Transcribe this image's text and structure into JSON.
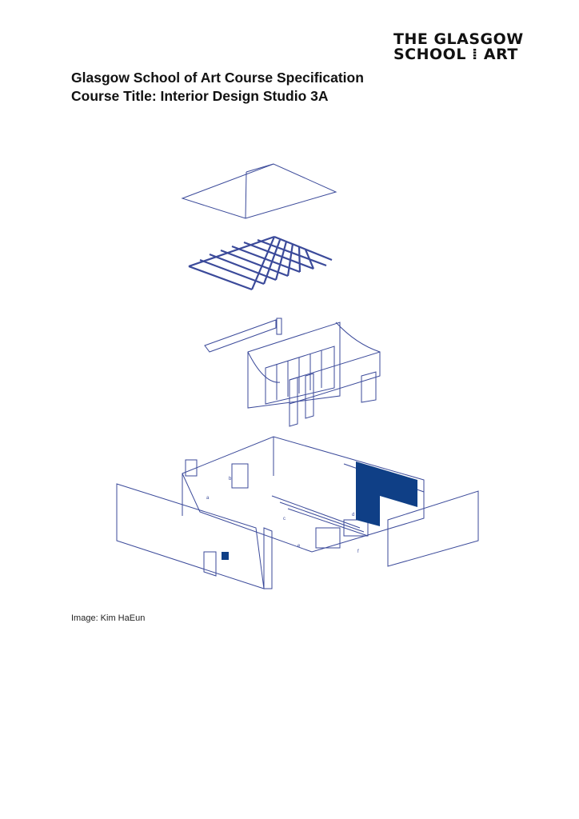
{
  "logo": {
    "line1": "THE GLASGOW",
    "line2": "SCHOOL ⁞ ART"
  },
  "header": {
    "title_line1": "Glasgow School of Art Course Specification",
    "title_line2": "Course Title: Interior Design Studio 3A"
  },
  "figure": {
    "description": "Exploded axonometric drawing of an interior design studio: roof plane, roof trusses, wall/facade elements, and ground floor with furniture and blue feature wall",
    "labels": [
      "a",
      "b",
      "c",
      "d",
      "e",
      "f"
    ],
    "line_color": "#3b4a9a",
    "accent_color": "#0f3f86"
  },
  "caption": {
    "text": "Image: Kim HaEun"
  }
}
